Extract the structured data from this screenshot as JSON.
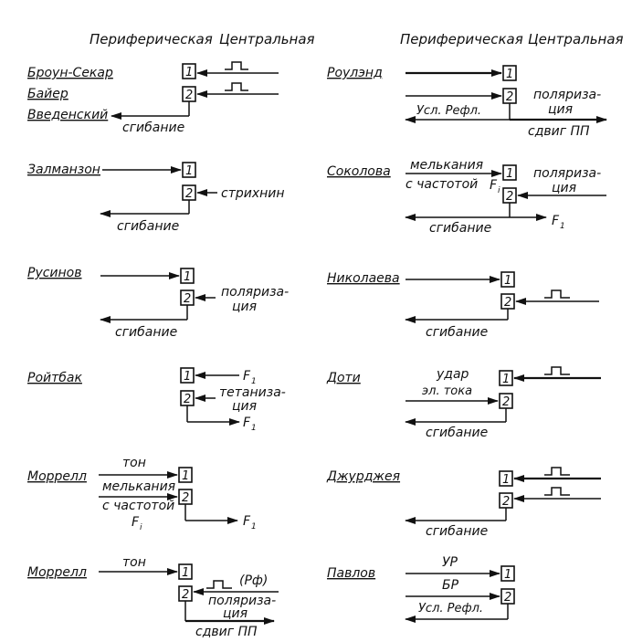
{
  "headers": {
    "left_peripheral": "Периферическая",
    "left_central": "Центральная",
    "right_peripheral": "Периферическая",
    "right_central": "Центральная"
  },
  "node_labels": {
    "one": "1",
    "two": "2"
  },
  "left": [
    {
      "names": [
        "Броун-Секар",
        "Байер",
        "Введенский"
      ],
      "labels": {
        "out": "сгибание"
      }
    },
    {
      "names": [
        "Залманзон"
      ],
      "labels": {
        "c2": "стрихнин",
        "out": "сгибание"
      }
    },
    {
      "names": [
        "Русинов"
      ],
      "labels": {
        "c2a": "поляриза-",
        "c2b": "ция",
        "out": "сгибание"
      }
    },
    {
      "names": [
        "Ройтбак"
      ],
      "labels": {
        "c1": "F",
        "c1sub": "1",
        "c2a": "тетаниза-",
        "c2b": "ция",
        "out": "F",
        "outsub": "1"
      }
    },
    {
      "names": [
        "Моррелл"
      ],
      "labels": {
        "p1": "тон",
        "p2a": "мелькания",
        "p2b": "с частотой",
        "p2c": "F",
        "p2csub": "i",
        "out": "F",
        "outsub": "1"
      }
    },
    {
      "names": [
        "Моррелл"
      ],
      "labels": {
        "p1": "тон",
        "c2x": "(Рф)",
        "c2a": "поляриза-",
        "c2b": "ция",
        "out": "сдвиг ПП"
      }
    }
  ],
  "right": [
    {
      "names": [
        "Роулэнд"
      ],
      "labels": {
        "c2a": "поляриза-",
        "c2b": "ция",
        "p3": "Усл. Рефл.",
        "out": "сдвиг ПП"
      }
    },
    {
      "names": [
        "Соколова"
      ],
      "labels": {
        "p1a": "мелькания",
        "p1b": "с частотой",
        "p1sub": "i",
        "p1F": "F",
        "c2a": "поляриза-",
        "c2b": "ция",
        "outF": "F",
        "outsub": "1",
        "out": "сгибание"
      }
    },
    {
      "names": [
        "Николаева"
      ],
      "labels": {
        "out": "сгибание"
      }
    },
    {
      "names": [
        "Доти"
      ],
      "labels": {
        "p2a": "удар",
        "p2b": "эл. тока",
        "out": "сгибание"
      }
    },
    {
      "names": [
        "Джурджея"
      ],
      "labels": {
        "out": "сгибание"
      }
    },
    {
      "names": [
        "Павлов"
      ],
      "labels": {
        "p1": "УР",
        "p2": "БР",
        "p3": "Усл. Рефл."
      }
    }
  ]
}
